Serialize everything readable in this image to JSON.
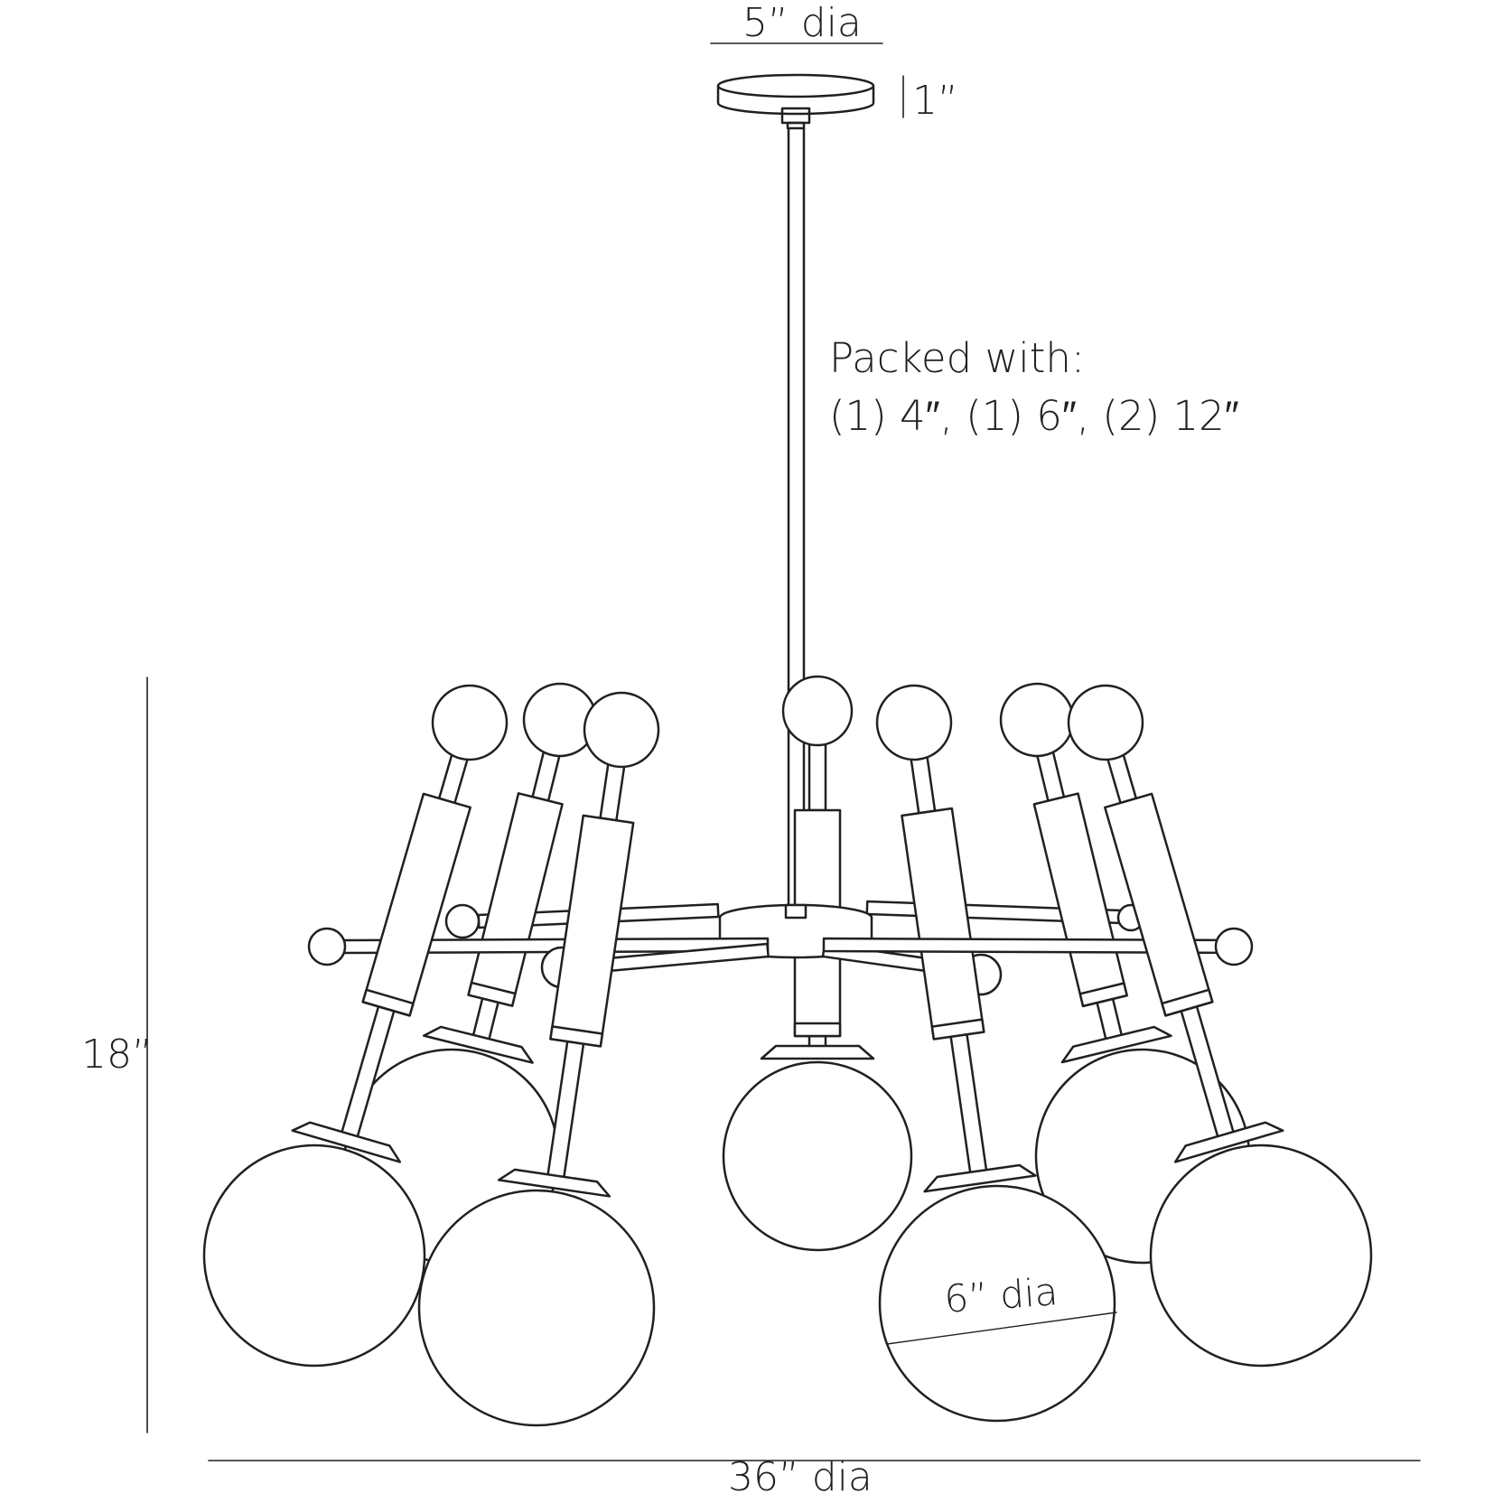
{
  "colors": {
    "line": "#231f20",
    "background": "#ffffff"
  },
  "dimensions": {
    "canopy_diameter": "5” dia",
    "canopy_height": "1”",
    "overall_height": "18”",
    "overall_diameter": "36” dia",
    "globe_diameter": "6” dia"
  },
  "notes": {
    "packed_line1": "Packed with:",
    "packed_line2": "(1) 4″, (1) 6″, (2) 12″"
  },
  "fixture": {
    "arm_count": 7,
    "globe_count": 7
  }
}
